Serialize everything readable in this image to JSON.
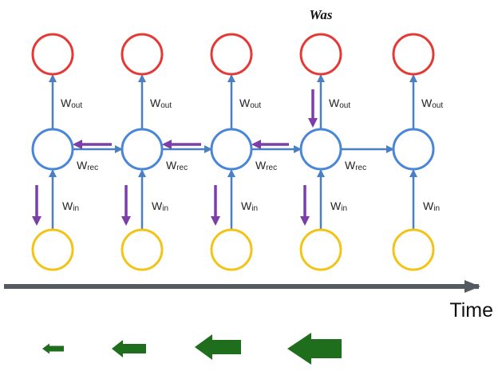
{
  "header_word": "Was",
  "time_label": "Time",
  "columns": [
    {
      "out": {
        "main": "W",
        "sub": "out"
      },
      "rec": {
        "main": "W",
        "sub": "rec"
      },
      "in": {
        "main": "W",
        "sub": "in"
      }
    },
    {
      "out": {
        "main": "W",
        "sub": "out"
      },
      "rec": {
        "main": "W",
        "sub": "rec"
      },
      "in": {
        "main": "W",
        "sub": "in"
      }
    },
    {
      "out": {
        "main": "W",
        "sub": "out"
      },
      "rec": {
        "main": "W",
        "sub": "rec"
      },
      "in": {
        "main": "W",
        "sub": "in"
      }
    },
    {
      "out": {
        "main": "W",
        "sub": "out"
      },
      "rec": {
        "main": "W",
        "sub": "rec"
      },
      "in": {
        "main": "W",
        "sub": "in"
      }
    },
    {
      "out": {
        "main": "W",
        "sub": "out"
      },
      "rec": null,
      "in": {
        "main": "W",
        "sub": "in"
      }
    }
  ],
  "colors": {
    "output_node": "#e53935",
    "hidden_node": "#4a86d8",
    "input_node": "#f2c418",
    "connection_arrow": "#4a7fc1",
    "gradient_arrow": "#7b3fa9",
    "time_axis": "#555a60",
    "gradient_magnitude_arrow": "#1e6e1e"
  }
}
